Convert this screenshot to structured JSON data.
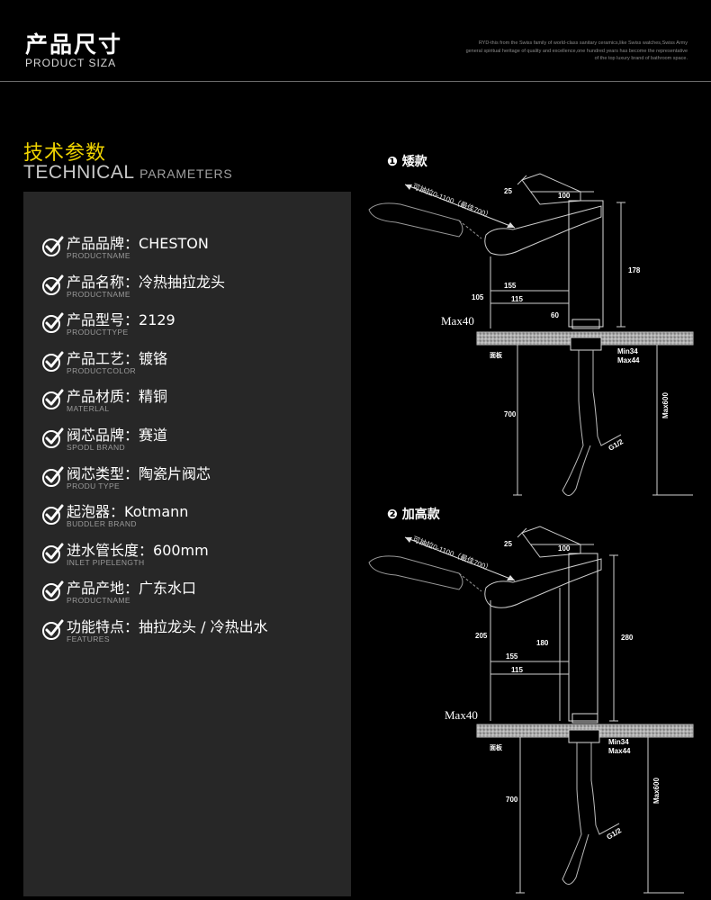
{
  "header": {
    "title": "产品尺寸",
    "subtitle": "PRODUCT SIZA",
    "blurb": "RYD-this from the Swiss family of world-class sanitary ceramics,like Swiss watches,Swiss Army general spiritual heritage of quality and excellence,one hundred years has become the representative of the top luxury brand of bathroom space."
  },
  "tech": {
    "title_cn": "技术参数",
    "title_en_big": "TECHNICAL",
    "title_en_small": "PARAMETERS"
  },
  "params": [
    {
      "label": "产品品牌：",
      "value": "CHESTON",
      "en": "PRODUCTNAME"
    },
    {
      "label": "产品名称：",
      "value": "冷热抽拉龙头",
      "en": "PRODUCTNAME"
    },
    {
      "label": "产品型号：",
      "value": "2129",
      "en": "PRODUCTTYPE"
    },
    {
      "label": "产品工艺：",
      "value": "镀铬",
      "en": "PRODUCTCOLOR"
    },
    {
      "label": "产品材质：",
      "value": "精铜",
      "en": "MATERLAL"
    },
    {
      "label": "阀芯品牌：",
      "value": "赛道",
      "en": "SPODL BRAND"
    },
    {
      "label": "阀芯类型：",
      "value": "陶瓷片阀芯",
      "en": "PRODU TYPE"
    },
    {
      "label": "起泡器：",
      "value": "Kotmann",
      "en": "BUDDLER BRAND"
    },
    {
      "label": "进水管长度：",
      "value": "600mm",
      "en": "INLET PIPELENGTH"
    },
    {
      "label": "产品产地：",
      "value": "广东水口",
      "en": "PRODUCTNAME"
    },
    {
      "label": "功能特点：",
      "value": "抽拉龙头 / 冷热出水",
      "en": "FEATURES"
    }
  ],
  "diagrams": {
    "low": {
      "label": "❶ 矮款",
      "pull": "可抽拉0-1100（最佳700）",
      "d25": "25",
      "d100": "100",
      "d178": "178",
      "d155": "155",
      "d105": "105",
      "d115": "115",
      "d60": "60",
      "max40": "Max40",
      "min34": "Min34",
      "max44": "Max44",
      "counter": "面板",
      "d700": "700",
      "max600": "Max600",
      "g12": "G1/2"
    },
    "high": {
      "label": "❷ 加高款",
      "pull": "可抽拉0-1100（最佳700）",
      "d25": "25",
      "d100": "100",
      "d205": "205",
      "d180": "180",
      "d280": "280",
      "d155": "155",
      "d115": "115",
      "max40": "Max40",
      "min34": "Min34",
      "max44": "Max44",
      "counter": "面板",
      "d700": "700",
      "max600": "Max600",
      "g12": "G1/2"
    }
  },
  "colors": {
    "accent": "#f0d400",
    "panel": "#272727",
    "background": "#000000"
  },
  "icons": {
    "check": "checkmark-circle-icon"
  }
}
